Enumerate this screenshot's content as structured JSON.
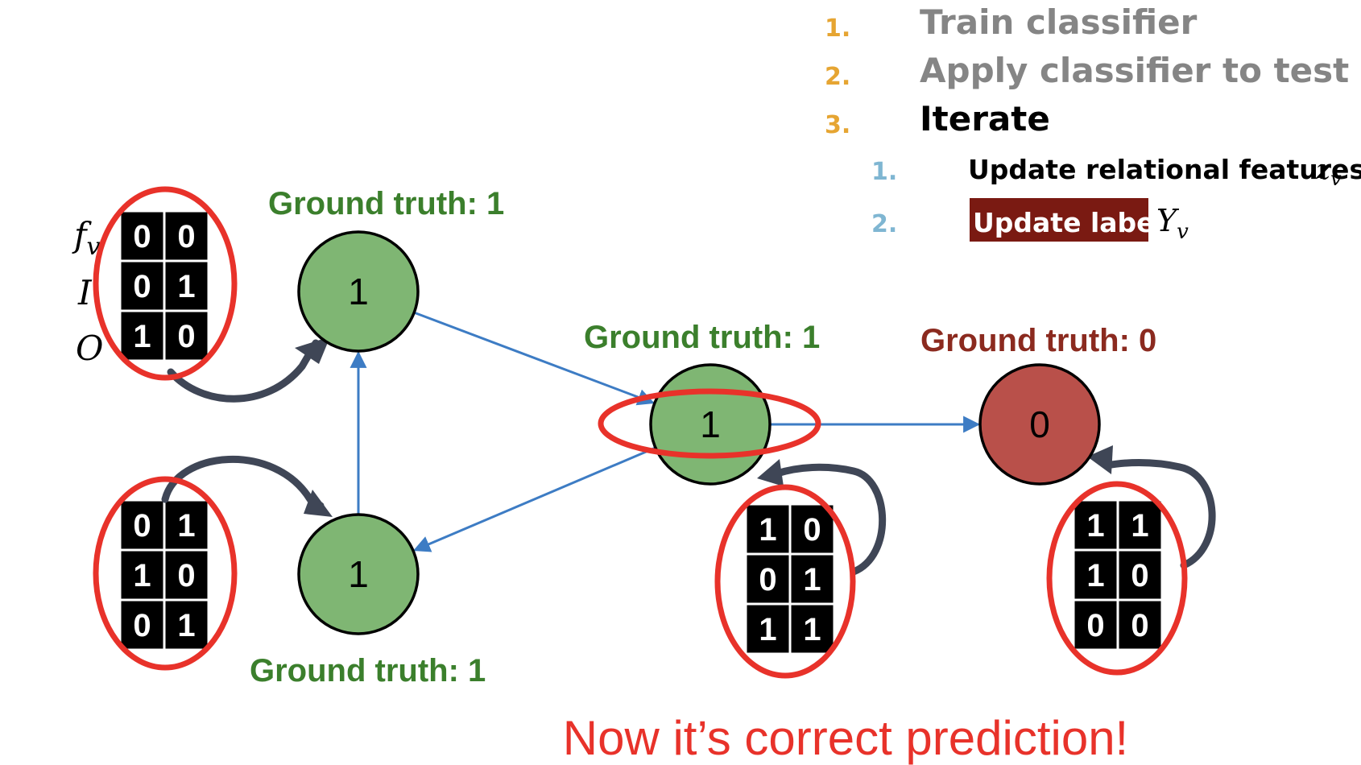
{
  "steps": [
    {
      "number": "1.",
      "label": "Train classifier",
      "state": "done"
    },
    {
      "number": "2.",
      "label": "Apply classifier to test",
      "state": "done"
    },
    {
      "number": "3.",
      "label": "Iterate",
      "state": "active"
    }
  ],
  "substeps": [
    {
      "number": "1.",
      "label": "Update relational features",
      "math": "z",
      "sub": "v",
      "highlight": false
    },
    {
      "number": "2.",
      "label": "Update label",
      "math": "Y",
      "sub": "v",
      "highlight": true
    }
  ],
  "row_labels": [
    {
      "main": "f",
      "sub": "v"
    },
    {
      "main": "I",
      "sub": ""
    },
    {
      "main": "O",
      "sub": ""
    }
  ],
  "nodes": [
    {
      "id": "n1",
      "label": "1",
      "ground_truth": "Ground truth: 1",
      "class": "1"
    },
    {
      "id": "n2",
      "label": "1",
      "ground_truth": "Ground truth: 1",
      "class": "1"
    },
    {
      "id": "n3",
      "label": "1",
      "ground_truth": "Ground truth: 1",
      "class": "1"
    },
    {
      "id": "n4",
      "label": "0",
      "ground_truth": "Ground truth: 0",
      "class": "0"
    }
  ],
  "feature_tables": [
    {
      "node": "n1",
      "rows": [
        [
          "0",
          "0"
        ],
        [
          "0",
          "1"
        ],
        [
          "1",
          "0"
        ]
      ]
    },
    {
      "node": "n2",
      "rows": [
        [
          "0",
          "1"
        ],
        [
          "1",
          "0"
        ],
        [
          "0",
          "1"
        ]
      ]
    },
    {
      "node": "n3",
      "rows": [
        [
          "1",
          "0"
        ],
        [
          "0",
          "1"
        ],
        [
          "1",
          "1"
        ]
      ]
    },
    {
      "node": "n4",
      "rows": [
        [
          "1",
          "1"
        ],
        [
          "1",
          "0"
        ],
        [
          "0",
          "0"
        ]
      ]
    }
  ],
  "edges": [
    {
      "from": "n1",
      "to": "n3"
    },
    {
      "from": "n2",
      "to": "n1"
    },
    {
      "from": "n3",
      "to": "n2"
    },
    {
      "from": "n3",
      "to": "n4"
    }
  ],
  "caption": "Now it’s correct prediction!",
  "colors": {
    "green_node": "#7fb673",
    "red_node": "#b9504a",
    "green_text": "#3b7f2c",
    "red_text": "#8b2a1f",
    "edge_blue": "#3d7cc4",
    "arrow_dark": "#3f4656",
    "ellipse_red": "#e8322a",
    "step_orange": "#e6a532",
    "step_blue": "#7fb6d2",
    "step_gray": "#858585",
    "highlight_bg": "#7a1a12",
    "caption_red": "#e8322a"
  }
}
